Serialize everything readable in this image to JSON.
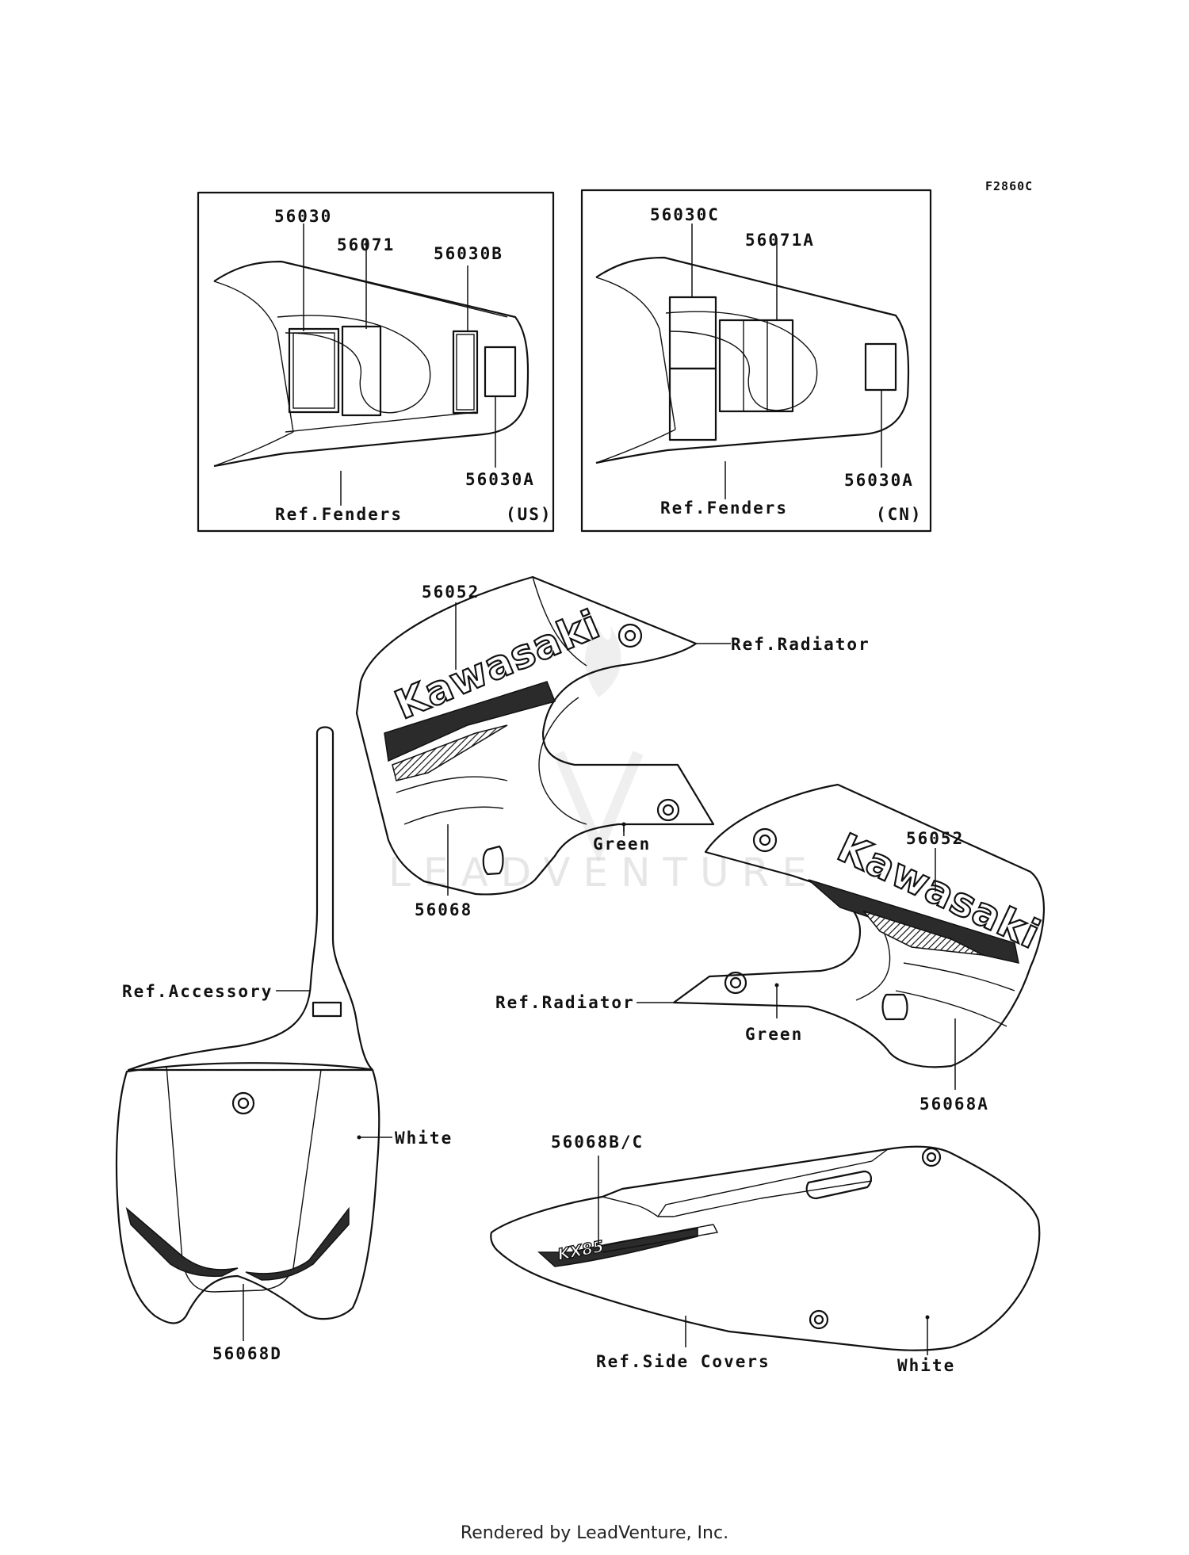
{
  "figure_code": "F2860C",
  "footer": "Rendered by LeadVenture, Inc.",
  "watermark": {
    "text": "LEADVENTURE",
    "logo": "leadventure-logo-watermark"
  },
  "panel_us": {
    "region": "(US)",
    "ref": "Ref.Fenders",
    "parts": [
      "56030",
      "56071",
      "56030B",
      "56030A"
    ]
  },
  "panel_cn": {
    "region": "(CN)",
    "ref": "Ref.Fenders",
    "parts": [
      "56030C",
      "56071A",
      "56030A"
    ]
  },
  "shroud_left": {
    "part_top": "56052",
    "part_bottom": "56068",
    "ref": "Ref.Radiator",
    "color": "Green",
    "logo_text": "Kawasaki"
  },
  "shroud_right": {
    "part_top": "56052",
    "part_bottom": "56068A",
    "ref": "Ref.Radiator",
    "color": "Green",
    "logo_text": "Kawasaki"
  },
  "number_plate": {
    "ref": "Ref.Accessory",
    "color": "White",
    "part": "56068D"
  },
  "side_cover": {
    "part": "56068B/C",
    "ref": "Ref.Side Covers",
    "color": "White",
    "logo_text": "KX85"
  }
}
